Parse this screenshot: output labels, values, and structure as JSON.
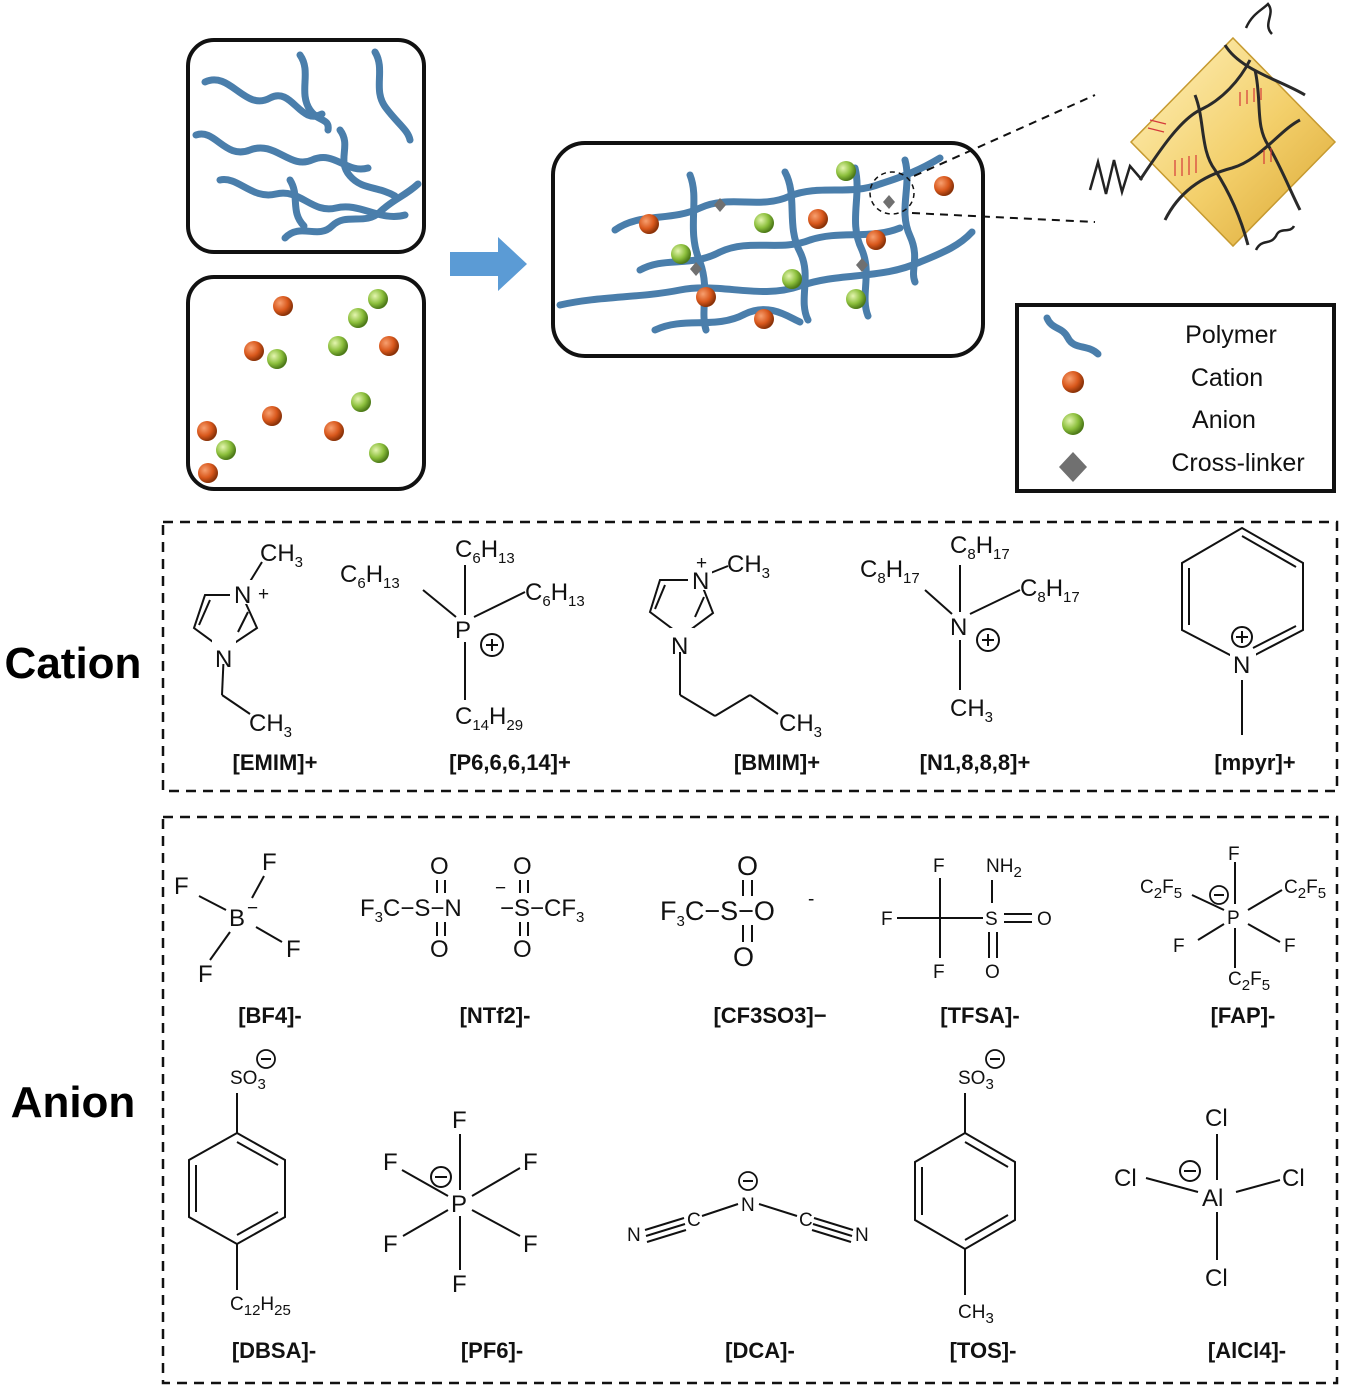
{
  "legend": {
    "polymer": "Polymer",
    "cation": "Cation",
    "anion": "Anion",
    "cross_linker": "Cross-linker"
  },
  "colors": {
    "polymer": "#4a7eab",
    "cation": "#d9581c",
    "anion": "#8cbf3c",
    "cross_linker": "#707070",
    "arrow": "#5b9bd5",
    "gel_cube": "#f3cf6a"
  },
  "sections": {
    "cation": "Cation",
    "anion": "Anion"
  },
  "cations": [
    {
      "name": "[EMIM]+"
    },
    {
      "name": "[P6,6,6,14]+"
    },
    {
      "name": "[BMIM]+"
    },
    {
      "name": "[N1,8,8,8]+"
    },
    {
      "name": "[mpyr]+"
    }
  ],
  "anions": [
    {
      "name": "[BF4]-"
    },
    {
      "name": "[NTf2]-"
    },
    {
      "name": "[CF3SO3]−"
    },
    {
      "name": "[TFSA]-"
    },
    {
      "name": "[FAP]-"
    },
    {
      "name": "[DBSA]-"
    },
    {
      "name": "[PF6]-"
    },
    {
      "name": "[DCA]-"
    },
    {
      "name": "[TOS]-"
    },
    {
      "name": "[AlCl4]-"
    }
  ]
}
